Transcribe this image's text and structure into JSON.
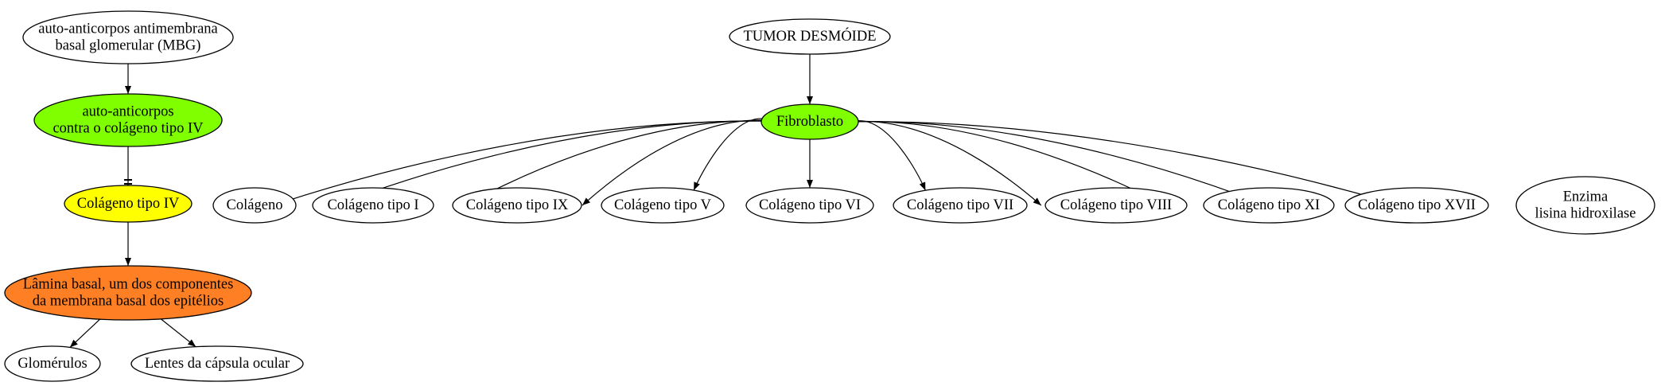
{
  "colors": {
    "default_fill": "#ffffff",
    "green": "#7fff00",
    "yellow": "#ffff00",
    "orange": "#ff7f24"
  },
  "nodes": {
    "mbg": {
      "lines": [
        "auto-anticorpos antimembrana",
        "basal glomerular (MBG)"
      ],
      "fill": "#ffffff"
    },
    "anti_col4": {
      "lines": [
        "auto-anticorpos",
        "contra o colágeno tipo IV"
      ],
      "fill": "#7fff00"
    },
    "col4": {
      "lines": [
        "Colágeno tipo IV"
      ],
      "fill": "#ffff00"
    },
    "lamina": {
      "lines": [
        "Lâmina basal, um dos componentes",
        "da membrana basal dos epitélios"
      ],
      "fill": "#ff7f24"
    },
    "glomerulos": {
      "lines": [
        "Glomérulos"
      ],
      "fill": "#ffffff"
    },
    "lentes": {
      "lines": [
        "Lentes da cápsula ocular"
      ],
      "fill": "#ffffff"
    },
    "tumor": {
      "lines": [
        "TUMOR DESMÓIDE"
      ],
      "fill": "#ffffff"
    },
    "fibroblasto": {
      "lines": [
        "Fibroblasto"
      ],
      "fill": "#7fff00"
    },
    "colageno": {
      "lines": [
        "Colágeno"
      ],
      "fill": "#ffffff"
    },
    "col1": {
      "lines": [
        "Colágeno tipo I"
      ],
      "fill": "#ffffff"
    },
    "col9": {
      "lines": [
        "Colágeno tipo IX"
      ],
      "fill": "#ffffff"
    },
    "col5": {
      "lines": [
        "Colágeno tipo V"
      ],
      "fill": "#ffffff"
    },
    "col6": {
      "lines": [
        "Colágeno tipo VI"
      ],
      "fill": "#ffffff"
    },
    "col7": {
      "lines": [
        "Colágeno tipo VII"
      ],
      "fill": "#ffffff"
    },
    "col8": {
      "lines": [
        "Colágeno tipo VIII"
      ],
      "fill": "#ffffff"
    },
    "col11": {
      "lines": [
        "Colágeno tipo XI"
      ],
      "fill": "#ffffff"
    },
    "col17": {
      "lines": [
        "Colágeno tipo XVII"
      ],
      "fill": "#ffffff"
    },
    "enzima": {
      "lines": [
        "Enzima",
        "lisina hidroxilase"
      ],
      "fill": "#ffffff"
    }
  },
  "edges": [
    {
      "from": "mbg",
      "to": "anti_col4",
      "head": "arrow"
    },
    {
      "from": "anti_col4",
      "to": "col4",
      "head": "tee"
    },
    {
      "from": "col4",
      "to": "lamina",
      "head": "arrow"
    },
    {
      "from": "lamina",
      "to": "glomerulos",
      "head": "arrow"
    },
    {
      "from": "lamina",
      "to": "lentes",
      "head": "arrow"
    },
    {
      "from": "tumor",
      "to": "fibroblasto",
      "head": "arrow"
    },
    {
      "from": "fibroblasto",
      "to": "col4",
      "head": "arrow"
    },
    {
      "from": "fibroblasto",
      "to": "colageno",
      "head": "arrow"
    },
    {
      "from": "fibroblasto",
      "to": "col1",
      "head": "arrow"
    },
    {
      "from": "fibroblasto",
      "to": "col9",
      "head": "arrow"
    },
    {
      "from": "fibroblasto",
      "to": "col5",
      "head": "arrow"
    },
    {
      "from": "fibroblasto",
      "to": "col6",
      "head": "arrow"
    },
    {
      "from": "fibroblasto",
      "to": "col7",
      "head": "arrow"
    },
    {
      "from": "fibroblasto",
      "to": "col8",
      "head": "arrow"
    },
    {
      "from": "fibroblasto",
      "to": "col11",
      "head": "arrow"
    },
    {
      "from": "fibroblasto",
      "to": "col17",
      "head": "arrow"
    },
    {
      "from": "fibroblasto",
      "to": "enzima",
      "head": "arrow"
    }
  ]
}
